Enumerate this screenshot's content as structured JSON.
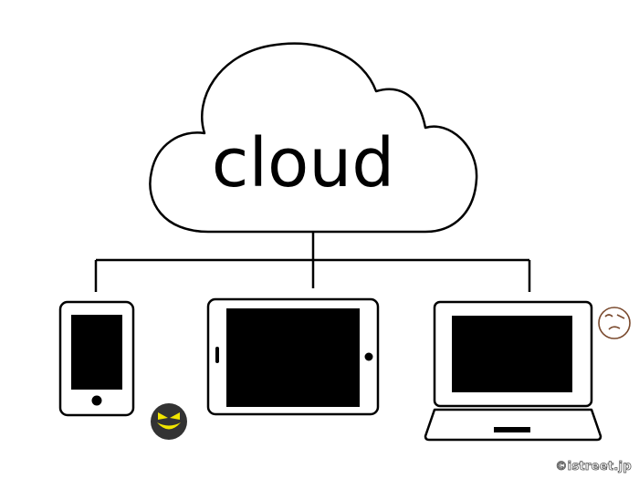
{
  "cloud": {
    "label": "cloud"
  },
  "devices": [
    {
      "name": "smartphone"
    },
    {
      "name": "tablet"
    },
    {
      "name": "laptop"
    }
  ],
  "faces": [
    {
      "name": "evil-grin-face-icon",
      "mood": "sinister grin"
    },
    {
      "name": "skeptical-face-icon",
      "mood": "suspicious"
    }
  ],
  "watermark": {
    "text": "©istreet.jp"
  },
  "colors": {
    "stroke": "#000000",
    "screen": "#000000",
    "background": "#ffffff",
    "evil_face_bg": "#333333",
    "evil_face_features": "#f2e600",
    "skeptic_face_stroke": "#7a4a2e"
  }
}
